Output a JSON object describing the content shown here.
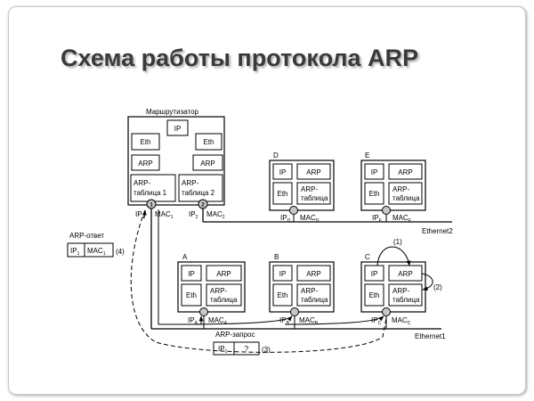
{
  "slide": {
    "title": "Схема работы протокола ARP"
  },
  "router": {
    "label": "Маршрутизатор",
    "ip": "IP",
    "eth_left": "Eth",
    "eth_right": "Eth",
    "arp_left": "ARP",
    "arp_right": "ARP",
    "table1_line1": "ARP-",
    "table1_line2": "таблица 1",
    "table2_line1": "ARP-",
    "table2_line2": "таблица 2",
    "port1_num": "1",
    "port2_num": "2",
    "ip1_main": "IP",
    "ip1_sub": "1",
    "mac1_main": "MAC",
    "mac1_sub": "1",
    "ip2_main": "IP",
    "ip2_sub": "2",
    "mac2_main": "MAC",
    "mac2_sub": "2"
  },
  "hosts": {
    "A": {
      "name": "A",
      "ip": "IP",
      "arp": "ARP",
      "eth": "Eth",
      "table_l1": "ARP-",
      "table_l2": "таблица",
      "ip_main": "IP",
      "ip_sub": "A",
      "mac_main": "MAC",
      "mac_sub": "A"
    },
    "B": {
      "name": "B",
      "ip": "IP",
      "arp": "ARP",
      "eth": "Eth",
      "table_l1": "ARP-",
      "table_l2": "таблица",
      "ip_main": "IP",
      "ip_sub": "B",
      "mac_main": "MAC",
      "mac_sub": "B"
    },
    "C": {
      "name": "C",
      "ip": "IP",
      "arp": "ARP",
      "eth": "Eth",
      "table_l1": "ARP-",
      "table_l2": "таблица",
      "ip_main": "IP",
      "ip_sub": "C",
      "mac_main": "MAC",
      "mac_sub": "C"
    },
    "D": {
      "name": "D",
      "ip": "IP",
      "arp": "ARP",
      "eth": "Eth",
      "table_l1": "ARP-",
      "table_l2": "таблица",
      "ip_main": "IP",
      "ip_sub": "D",
      "mac_main": "MAC",
      "mac_sub": "D"
    },
    "E": {
      "name": "E",
      "ip": "IP",
      "arp": "ARP",
      "eth": "Eth",
      "table_l1": "ARP-",
      "table_l2": "таблица",
      "ip_main": "IP",
      "ip_sub": "E",
      "mac_main": "MAC",
      "mac_sub": "E"
    }
  },
  "networks": {
    "ethernet1": "Ethernet1",
    "ethernet2": "Ethernet2"
  },
  "arp_reply": {
    "label": "ARP-ответ",
    "ip_main": "IP",
    "ip_sub": "1",
    "mac_main": "MAC",
    "mac_sub": "1",
    "step": "(4)"
  },
  "arp_request": {
    "label": "ARP-запрос",
    "ip_main": "IP",
    "ip_sub": "1",
    "unknown": "?",
    "step": "(3)"
  },
  "steps": {
    "step1": "(1)",
    "step2": "(2)"
  }
}
